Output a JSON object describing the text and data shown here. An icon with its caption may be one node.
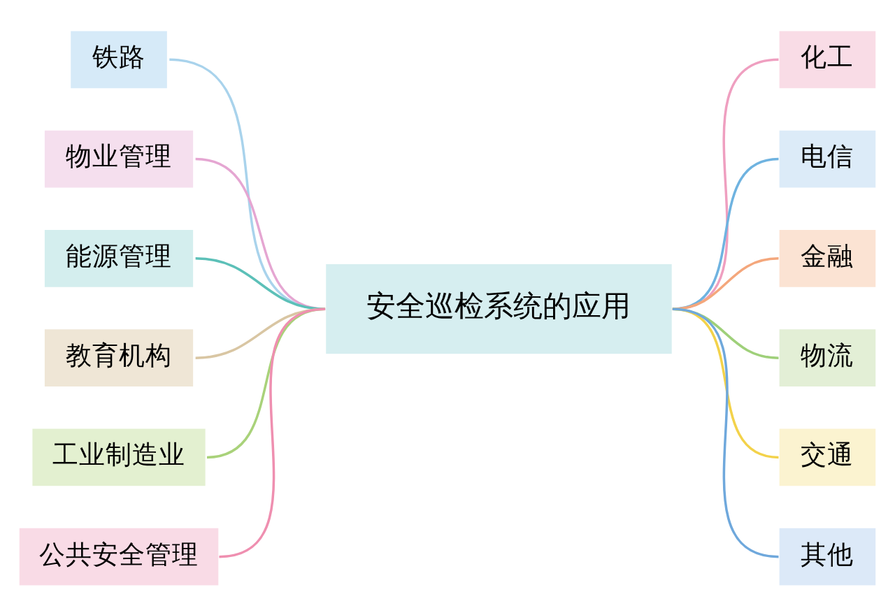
{
  "diagram": {
    "nodes": [
      {
        "text": [
          "安全巡检系统的应用"
        ]
      },
      {
        "text": [
          "铁路"
        ]
      },
      {
        "text": [
          "物业管理"
        ]
      },
      {
        "text": [
          "能源管理"
        ]
      },
      {
        "text": [
          "教育机构"
        ]
      },
      {
        "text": [
          "工业制造业"
        ]
      },
      {
        "text": [
          "公共安全管理"
        ]
      },
      {
        "text": [
          "化工"
        ]
      },
      {
        "text": [
          "电信"
        ]
      },
      {
        "text": [
          "金融"
        ]
      },
      {
        "text": [
          "物流"
        ]
      },
      {
        "text": [
          "交通"
        ]
      },
      {
        "text": [
          "其他"
        ]
      }
    ],
    "edges": [
      {
        "from": 0,
        "to": 1,
        "arrow": "none",
        "color": "#a9d3ec"
      },
      {
        "from": 0,
        "to": 2,
        "arrow": "none",
        "color": "#e5a6d2"
      },
      {
        "from": 0,
        "to": 3,
        "arrow": "none",
        "color": "#5cc0b8"
      },
      {
        "from": 0,
        "to": 4,
        "arrow": "none",
        "color": "#d9c6a3"
      },
      {
        "from": 0,
        "to": 5,
        "arrow": "none",
        "color": "#a9d27a"
      },
      {
        "from": 0,
        "to": 6,
        "arrow": "none",
        "color": "#ef8fb0"
      },
      {
        "from": 0,
        "to": 7,
        "arrow": "none",
        "color": "#ef9fc0"
      },
      {
        "from": 0,
        "to": 8,
        "arrow": "none",
        "color": "#6fb3e0"
      },
      {
        "from": 0,
        "to": 9,
        "arrow": "none",
        "color": "#f4a77c"
      },
      {
        "from": 0,
        "to": 10,
        "arrow": "none",
        "color": "#9fd07a"
      },
      {
        "from": 0,
        "to": 11,
        "arrow": "none",
        "color": "#f3d24a"
      },
      {
        "from": 0,
        "to": 12,
        "arrow": "none",
        "color": "#6fa8dc"
      }
    ]
  }
}
